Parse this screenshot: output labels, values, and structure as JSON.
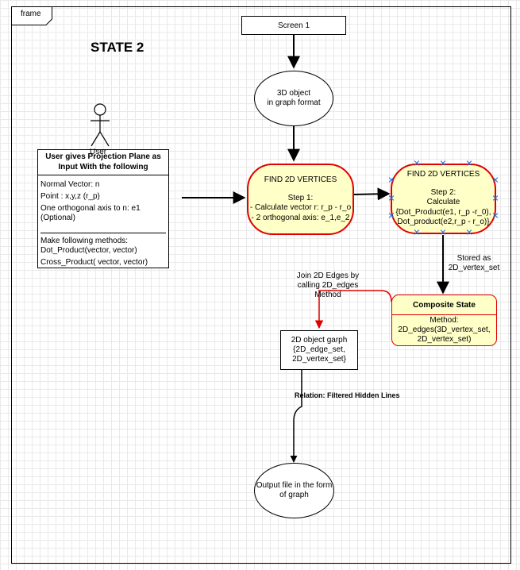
{
  "frame": {
    "label": "frame"
  },
  "state_title": "STATE 2",
  "screen_box": {
    "label": "Screen 1"
  },
  "object_3d": {
    "line1": "3D object",
    "line2": "in graph format"
  },
  "actor": {
    "label": "User"
  },
  "user_input": {
    "title_line1": "User gives Projection Plane as",
    "title_line2": "Input With the following",
    "lines": [
      "Normal Vector: n",
      "Point : x,y,z (r_p)",
      "One orthogonal axis to n: e1",
      "(Optional)",
      "Make following methods:",
      "Dot_Product(vector, vector)",
      "Cross_Product( vector, vector)"
    ]
  },
  "step1": {
    "title": "FIND 2D VERTICES",
    "step": "Step 1:",
    "line1": "- Calculate vector r: r_p - r_o",
    "line2": "- 2 orthogonal axis: e_1,e_2"
  },
  "step2": {
    "title": "FIND 2D VERTICES",
    "step": "Step 2:",
    "line1": "Calculate",
    "line2": "{Dot_Product(e1, r_p -r_0),",
    "line3": "Dot_product(e2,r_p - r_o)}"
  },
  "stored_label": {
    "line1": "Stored as",
    "line2": "2D_vertex_set"
  },
  "composite": {
    "title": "Composite State",
    "line1": "Method:",
    "line2": "2D_edges(3D_vertex_set,",
    "line3": "2D_vertex_set)"
  },
  "join_label": {
    "line1": "Join 2D Edges by",
    "line2": "calling 2D_edges",
    "line3": "Method"
  },
  "graph2d": {
    "line1": "2D object garph",
    "line2": "{2D_edge_set,",
    "line3": "2D_vertex_set}"
  },
  "relation_label": "Relation: Filtered Hidden Lines",
  "output": {
    "line1": "Output file in the form",
    "line2": "of graph"
  },
  "colors": {
    "highlight_fill": "#ffffc8",
    "highlight_border": "#e00000",
    "handle": "#2b6fd6"
  }
}
